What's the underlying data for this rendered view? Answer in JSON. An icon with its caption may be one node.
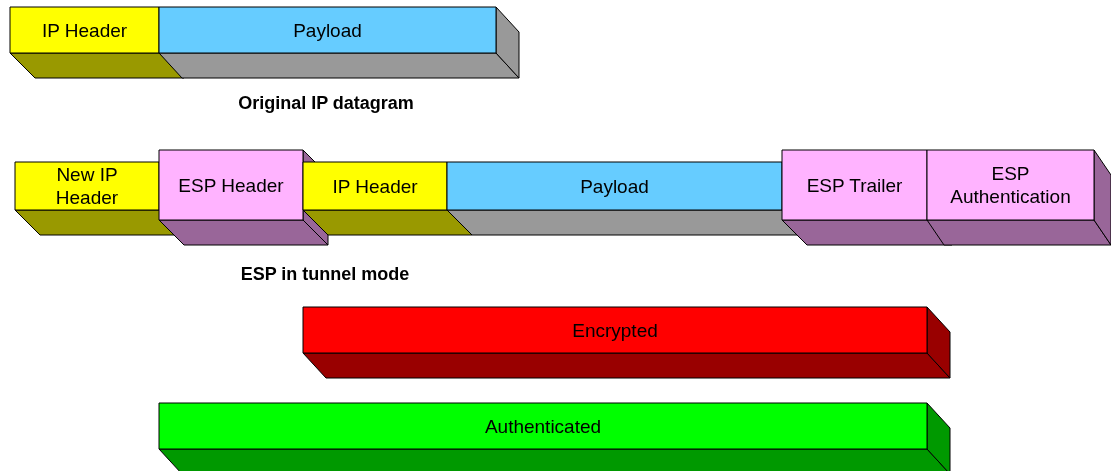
{
  "diagram": {
    "nodes": [
      {
        "text": [
          "IP Header"
        ]
      },
      {
        "text": [
          "Payload"
        ]
      },
      {
        "text": [
          "New IP Header"
        ]
      },
      {
        "text": [
          "ESP Header"
        ]
      },
      {
        "text": [
          "IP Header"
        ]
      },
      {
        "text": [
          "Payload"
        ]
      },
      {
        "text": [
          "ESP Trailer"
        ]
      },
      {
        "text": [
          "ESP Authentication"
        ]
      },
      {
        "text": [
          "Encrypted"
        ]
      },
      {
        "text": [
          "Authenticated"
        ]
      }
    ],
    "labels": [
      "Original IP datagram",
      "ESP in tunnel mode"
    ]
  }
}
